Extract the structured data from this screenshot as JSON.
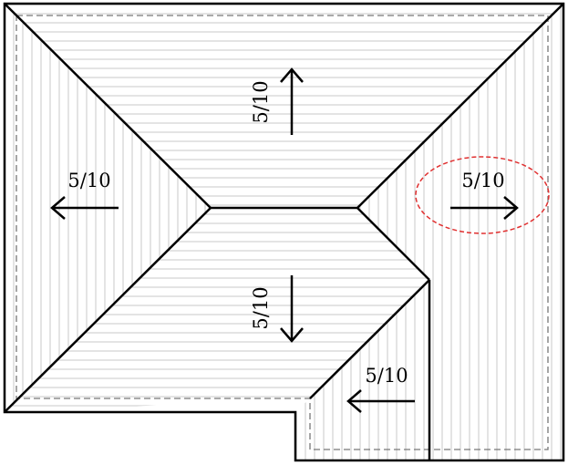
{
  "colors": {
    "outline": "#000000",
    "eave_dashes": "#777777",
    "hatch": "#c8c8c8",
    "highlight": "#e03030"
  },
  "slopes": {
    "top": "5/10",
    "left": "5/10",
    "right": "5/10",
    "bottom": "5/10",
    "wing": "5/10"
  }
}
